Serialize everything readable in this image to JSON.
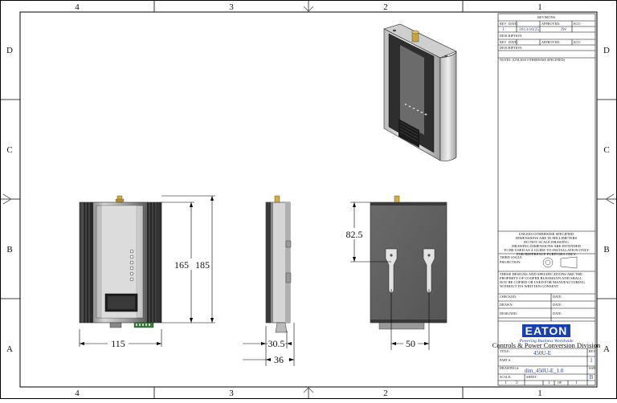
{
  "zones": {
    "columns": [
      "4",
      "3",
      "2",
      "1"
    ],
    "rows": [
      "D",
      "C",
      "B",
      "A"
    ]
  },
  "dimensions": {
    "front_width": "115",
    "front_height_inner": "165",
    "front_height_outer": "185",
    "side_depth_inner": "30.5",
    "side_depth_outer": "36",
    "rear_offset": "82.5",
    "rear_spacing": "50"
  },
  "title_block": {
    "revisions_header": "REVISIONS",
    "rev1": {
      "rev_label": "REV",
      "date_label": "DATE:",
      "approved_label": "APPROVED:",
      "eco_label": "ECO",
      "rev": "1",
      "date": "2013/10/25",
      "approved": "JW",
      "description_label": "DESCRIPTION:"
    },
    "rev2": {
      "rev_label": "REV",
      "date_label": "DATE:",
      "approved_label": "APPROVED:",
      "eco_label": "ECO",
      "description_label": "DESCRIPTION:"
    },
    "notes": "NOTES: (UNLESS OTHERWISE SPECIFIED)",
    "unless_block": [
      "UNLESS OTHERWISE SPECIFIED",
      "DIMENSIONS ARE IN MILLIMETERS",
      "DO NOT SCALE DRAWING",
      "DRAWING DIMENSIONS ARE INTENDED",
      "TO BE USED AS A GUIDE TO INSTALLATION ONLY",
      "FOR REFERENCE PURPOSES ONLY"
    ],
    "third_angle": "THIRD ANGLE",
    "projection": "PROJECTION:",
    "proprietary": [
      "THESE DESIGNS AND SPECIFICATIONS ARE THE",
      "PROPERTY OF COOPER BUSSMANN AND SHALL",
      "NOT BE COPIED OR USED FOR MANUFACTURING",
      "WITHOUT ITS WRITTEN CONSENT"
    ],
    "checked_label": "CHECKED:",
    "drawn_label": "DRAWN:",
    "designed_label": "DESIGNED:",
    "date_label": "DATE:",
    "brand": "EATON",
    "tagline": "Powering Business Worldwide",
    "division": "Controls & Power Conversion Division",
    "title_label": "TITLE:",
    "title": "450U-E",
    "rev_label": "REV",
    "rev": "1",
    "part_label": "PART #:",
    "drawing_label": "DRAWING #:",
    "drawing_no": "dim_450U-E_1.0",
    "size_label": "SIZE",
    "size": "B",
    "scale_label": "SCALE:",
    "scale_num": "1",
    "scale_den": "2",
    "sheet_label": "SHEET:",
    "sheet_num": "1",
    "sheet_of": "OF",
    "sheet_total": "1"
  }
}
